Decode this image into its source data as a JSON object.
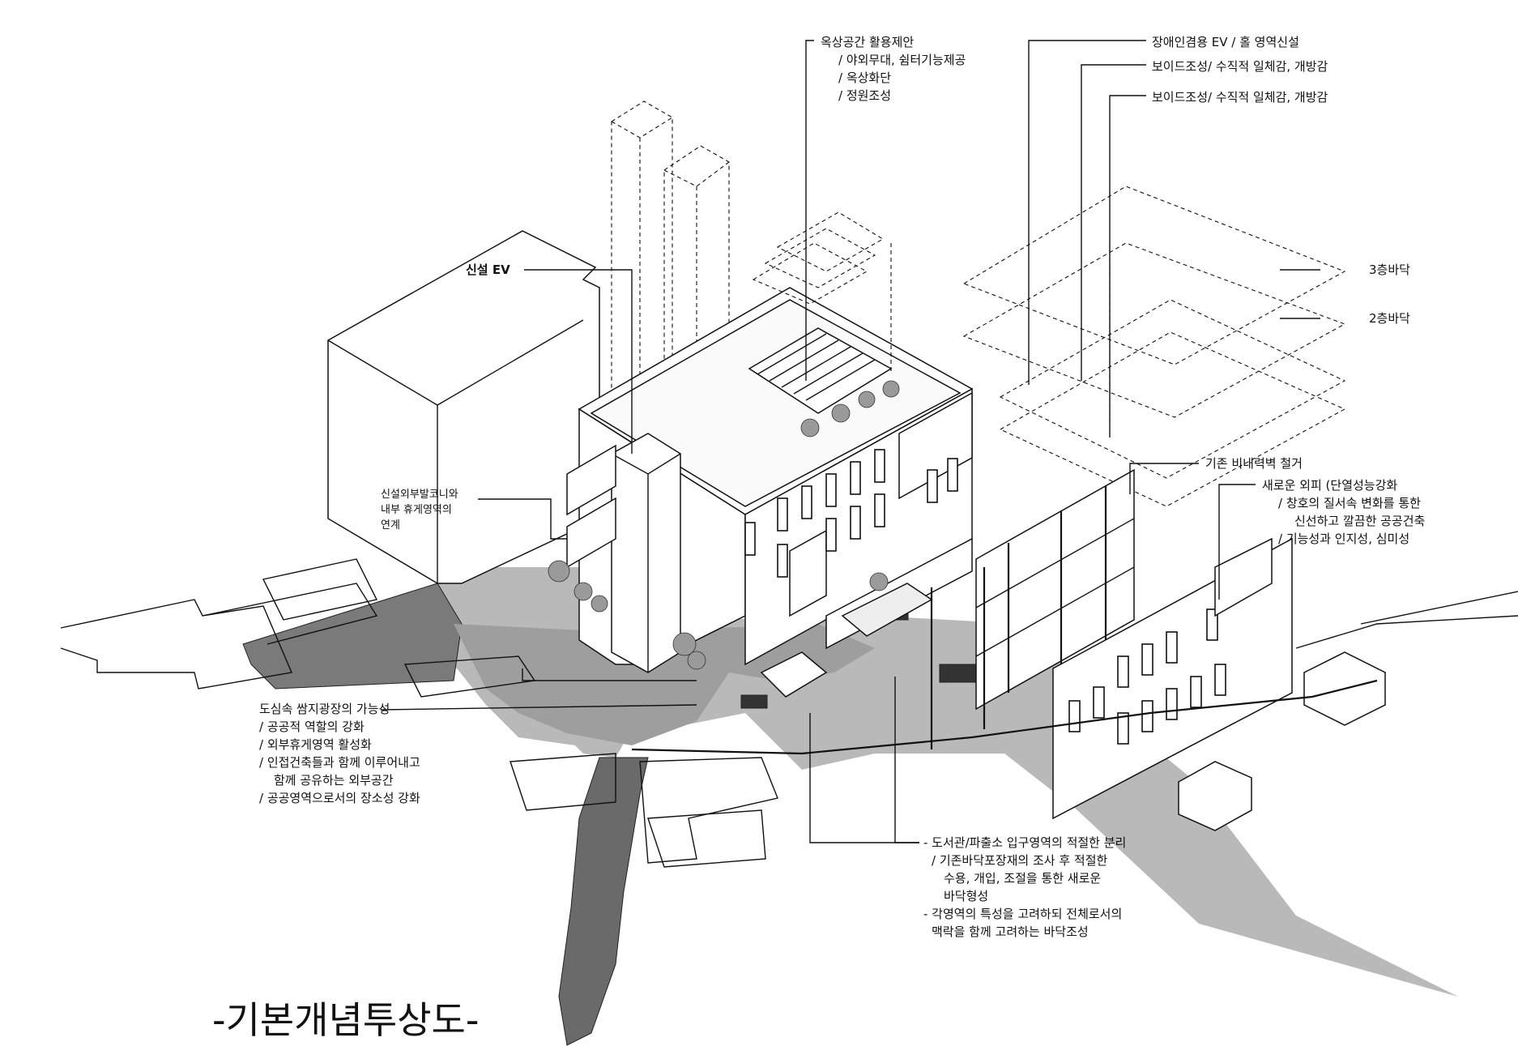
{
  "diagram": {
    "title": "-기본개념투상도-",
    "labels": {
      "rooftop": [
        "옥상공간 활용제안",
        "/ 야외무대, 쉼터기능제공",
        "/ 옥상화단",
        "/ 정원조성"
      ],
      "accessible_ev": "장애인겸용 EV / 홀 영역신설",
      "void_1": "보이드조성/ 수직적 일체감, 개방감",
      "void_2": "보이드조성/ 수직적 일체감, 개방감",
      "new_ev": "신설 EV",
      "floor_3": "3층바닥",
      "floor_2": "2층바닥",
      "balcony": [
        "신설외부발코니와",
        "내부 휴게영역의",
        "연계"
      ],
      "wall_removal": "기존 비내력벽 철거",
      "new_skin": [
        "새로운 외피 (단열성능강화",
        "/ 창호의 질서속 변화를 통한",
        "신선하고 깔끔한 공공건축",
        "/ 기능성과 인지성, 심미성"
      ],
      "plaza": [
        "도심속 쌈지광장의 가능성",
        "/ 공공적 역할의 강화",
        "/ 외부휴게영역 활성화",
        "/ 인접건축들과 함께 이루어내고",
        "함께 공유하는 외부공간",
        "/ 공공영역으로서의 장소성 강화"
      ],
      "entrance": [
        "- 도서관/파출소 입구영역의 적절한 분리",
        "/ 기존바닥포장재의 조사 후 적절한",
        "수용, 개입, 조절을 통한 새로운",
        "바닥형성",
        "- 각영역의 특성을 고려하되 전체로서의",
        "맥락을 함께 고려하는 바닥조성"
      ]
    }
  }
}
